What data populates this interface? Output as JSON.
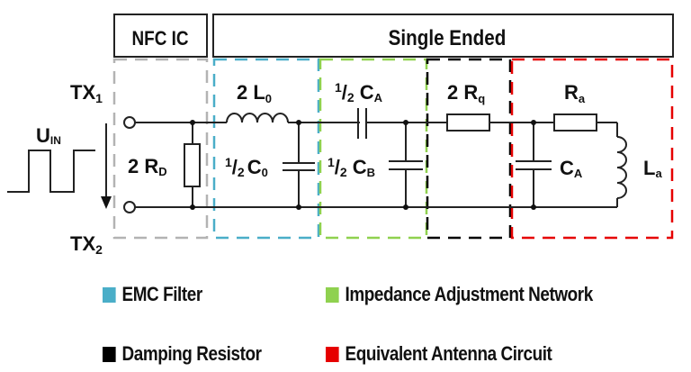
{
  "header": {
    "nfc_ic": "NFC IC",
    "single_ended": "Single Ended"
  },
  "labels": {
    "tx1_main": "TX",
    "tx1_sub": "1",
    "tx2_main": "TX",
    "tx2_sub": "2",
    "uin_main": "U",
    "uin_sub": "IN",
    "rd_main": "2 R",
    "rd_sub": "D",
    "l0_main": "2 L",
    "l0_sub": "0",
    "c0_sup": "1",
    "c0_frac": "/",
    "c0_den": "2",
    "c0_main": "C",
    "c0_sub": "0",
    "ca_half_sup": "1",
    "ca_half_frac": "/",
    "ca_half_den": "2",
    "ca_half_main": "C",
    "ca_half_sub": "A",
    "cb_sup": "1",
    "cb_frac": "/",
    "cb_den": "2",
    "cb_main": "C",
    "cb_sub": "B",
    "rq_main": "2 R",
    "rq_sub": "q",
    "ra_main": "R",
    "ra_sub": "a",
    "ca_main": "C",
    "ca_sub": "A",
    "la_main": "L",
    "la_sub": "a"
  },
  "regions": [
    {
      "name": "NFC IC",
      "color": "#b3b3b3"
    },
    {
      "name": "EMC Filter",
      "color": "#4aaec8"
    },
    {
      "name": "Impedance Adjustment Network",
      "color": "#8fd14f"
    },
    {
      "name": "Damping Resistor",
      "color": "#000000"
    },
    {
      "name": "Equivalent Antenna Circuit",
      "color": "#e60000"
    }
  ],
  "legend": [
    {
      "label": "EMC Filter",
      "color": "#4aaec8"
    },
    {
      "label": "Impedance Adjustment Network",
      "color": "#8fd14f"
    },
    {
      "label": "Damping Resistor",
      "color": "#000000"
    },
    {
      "label": "Equivalent Antenna Circuit",
      "color": "#e60000"
    }
  ]
}
